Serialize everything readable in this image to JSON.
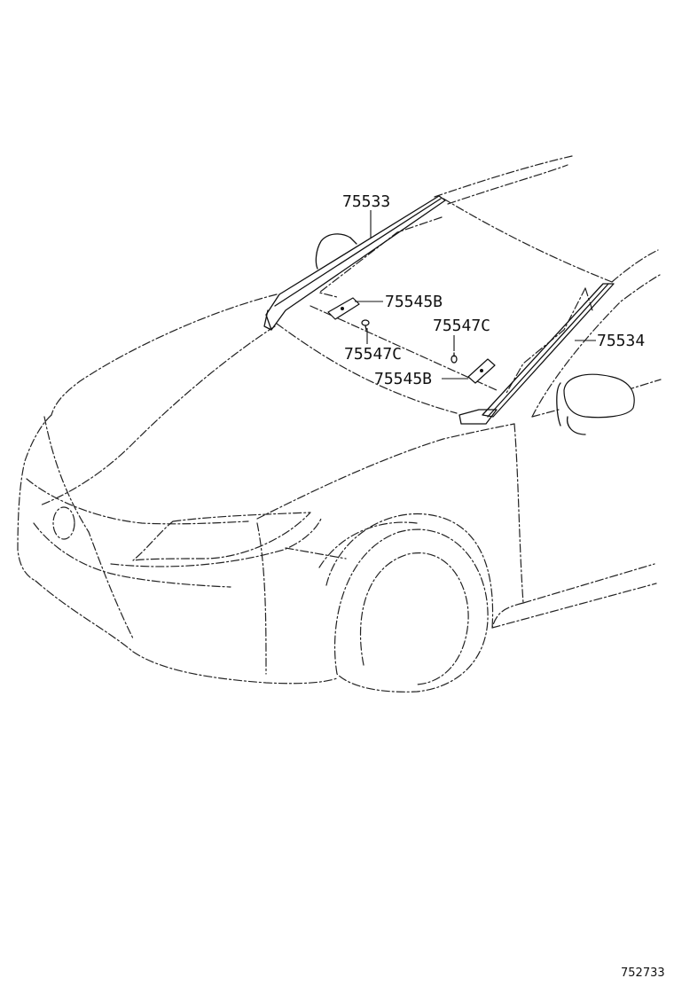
{
  "parts": {
    "upper_left_molding": "75533",
    "right_pillar_molding": "75534",
    "clip_left": "75545B",
    "clip_right": "75545B",
    "fastener_left": "75547C",
    "fastener_right": "75547C"
  },
  "figure_number": "752733"
}
